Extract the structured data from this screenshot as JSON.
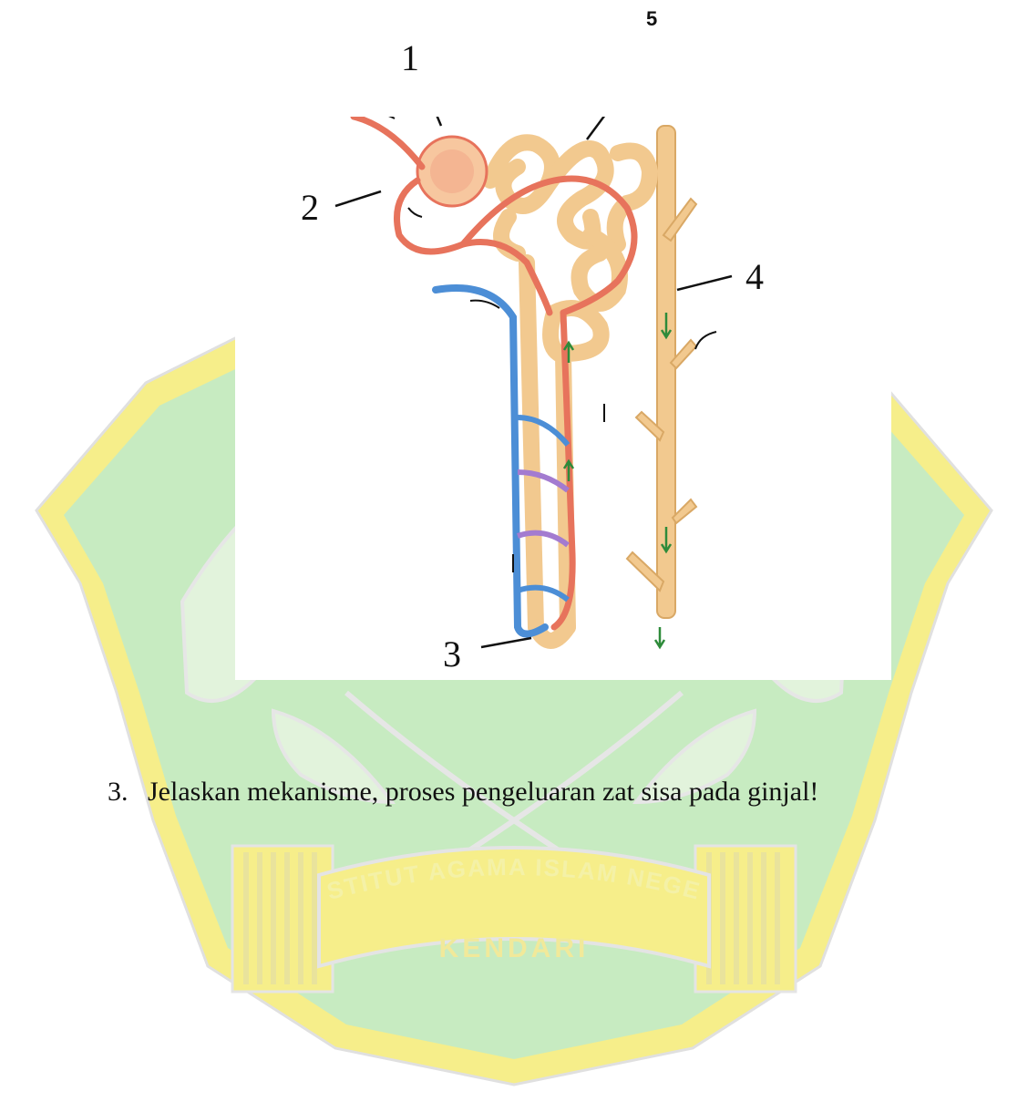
{
  "watermark": {
    "text": "INSTITUT AGAMA ISLAM NEGERI",
    "city": "KENDARI",
    "colors": {
      "green": "#c7ebc1",
      "yellow": "#f6ee8a",
      "outline": "#e6e6e6"
    }
  },
  "diagram": {
    "labels": {
      "l1": "1",
      "l2": "2",
      "l3": "3",
      "l4": "4",
      "l5": "5"
    },
    "colors": {
      "tubule": "#f2c98f",
      "artery": "#e7735c",
      "vein": "#4c8ed6",
      "capillary": "#a37bd0",
      "flow": "#2e8b3a"
    }
  },
  "question": {
    "number": "3.",
    "text": "Jelaskan mekanisme, proses pengeluaran zat sisa pada ginjal!"
  }
}
